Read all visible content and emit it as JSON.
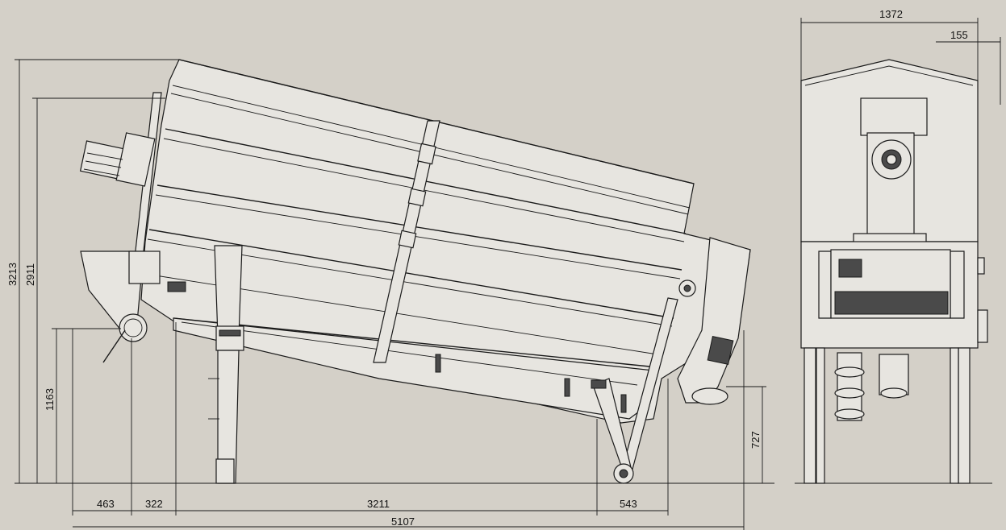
{
  "drawing": {
    "side_view": {
      "dimensions": {
        "height_total": "3213",
        "height_frame": "2911",
        "height_outlet": "1163",
        "height_discharge": "727",
        "offset_left": "463",
        "offset_drive": "322",
        "span_legs": "3211",
        "offset_right": "543",
        "length_total": "5107"
      }
    },
    "end_view": {
      "dimensions": {
        "width_total": "1372",
        "offset_right": "155"
      }
    }
  }
}
